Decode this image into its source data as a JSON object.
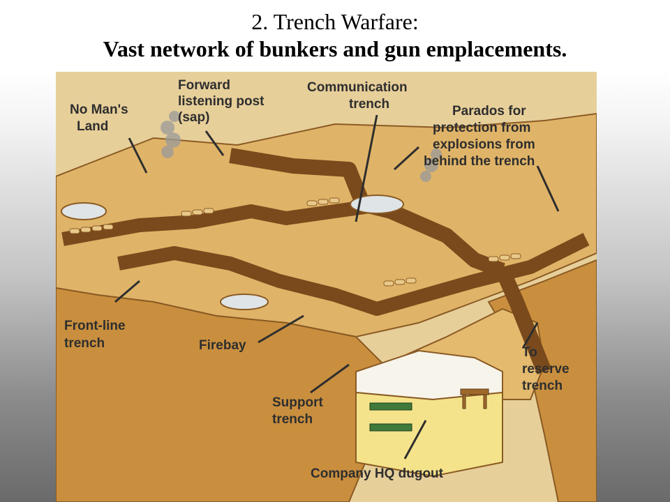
{
  "slide": {
    "title_line1": "2. Trench Warfare:",
    "title_line2": "Vast network of bunkers and gun emplacements."
  },
  "diagram": {
    "labels": {
      "no_mans_land": [
        "No Man's",
        "Land"
      ],
      "forward_listening_post": [
        "Forward",
        "listening post",
        "(sap)"
      ],
      "communication_trench": [
        "Communication",
        "trench"
      ],
      "parados": [
        "Parados for",
        "protection from",
        "explosions from",
        "behind the trench"
      ],
      "front_line_trench": [
        "Front-line",
        "trench"
      ],
      "firebay": [
        "Firebay"
      ],
      "to_reserve_trench": [
        "To",
        "reserve",
        "trench"
      ],
      "support_trench": [
        "Support",
        "trench"
      ],
      "company_hq_dugout": [
        "Company HQ dugout"
      ]
    },
    "colors": {
      "ground_top": "#e0b468",
      "ground_side": "#c98f3e",
      "trench_dark": "#7a4a1c",
      "dugout_interior": "#f4e38a",
      "sky": "#c9c9c2",
      "smoke": "#9a9a9a"
    }
  }
}
